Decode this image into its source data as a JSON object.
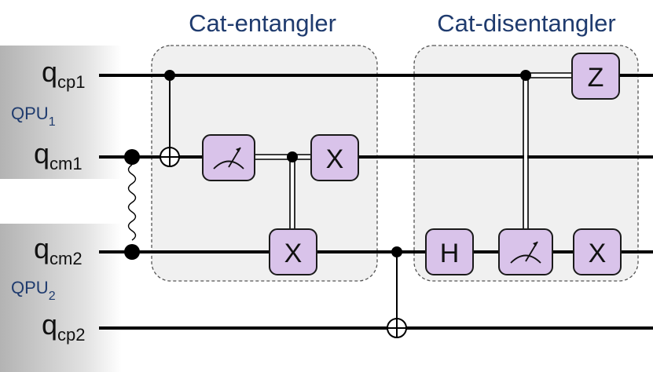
{
  "blocks": {
    "entangler_title": "Cat-entangler",
    "disentangler_title": "Cat-disentangler"
  },
  "qubits": [
    {
      "main": "q",
      "sub": "cp1"
    },
    {
      "main": "q",
      "sub": "cm1"
    },
    {
      "main": "q",
      "sub": "cm2"
    },
    {
      "main": "q",
      "sub": "cp2"
    }
  ],
  "qpus": [
    {
      "main": "QPU",
      "sub": "1"
    },
    {
      "main": "QPU",
      "sub": "2"
    }
  ],
  "gates": {
    "x": "X",
    "z": "Z",
    "h": "H"
  },
  "colors": {
    "gate_fill": "#d9c3ea",
    "gate_stroke": "#1a1a1a",
    "block_fill": "#f0f0f0",
    "label_blue": "#1f3b6e",
    "qpu_gradient_dark": "#b0b0b0"
  }
}
